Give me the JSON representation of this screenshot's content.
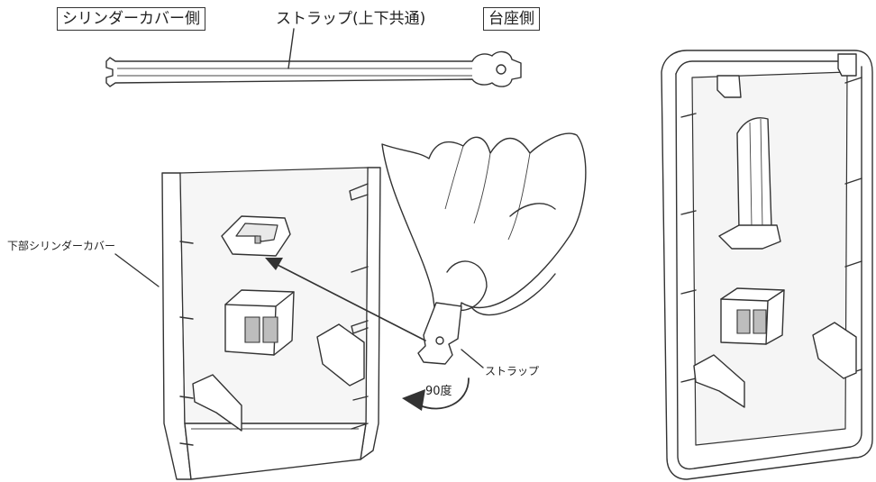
{
  "labels": {
    "cylinder_cover_side": "シリンダーカバー側",
    "strap_common": "ストラップ(上下共通)",
    "base_side": "台座側",
    "lower_cylinder_cover": "下部シリンダーカバー",
    "strap": "ストラップ",
    "rotation": "90度"
  }
}
